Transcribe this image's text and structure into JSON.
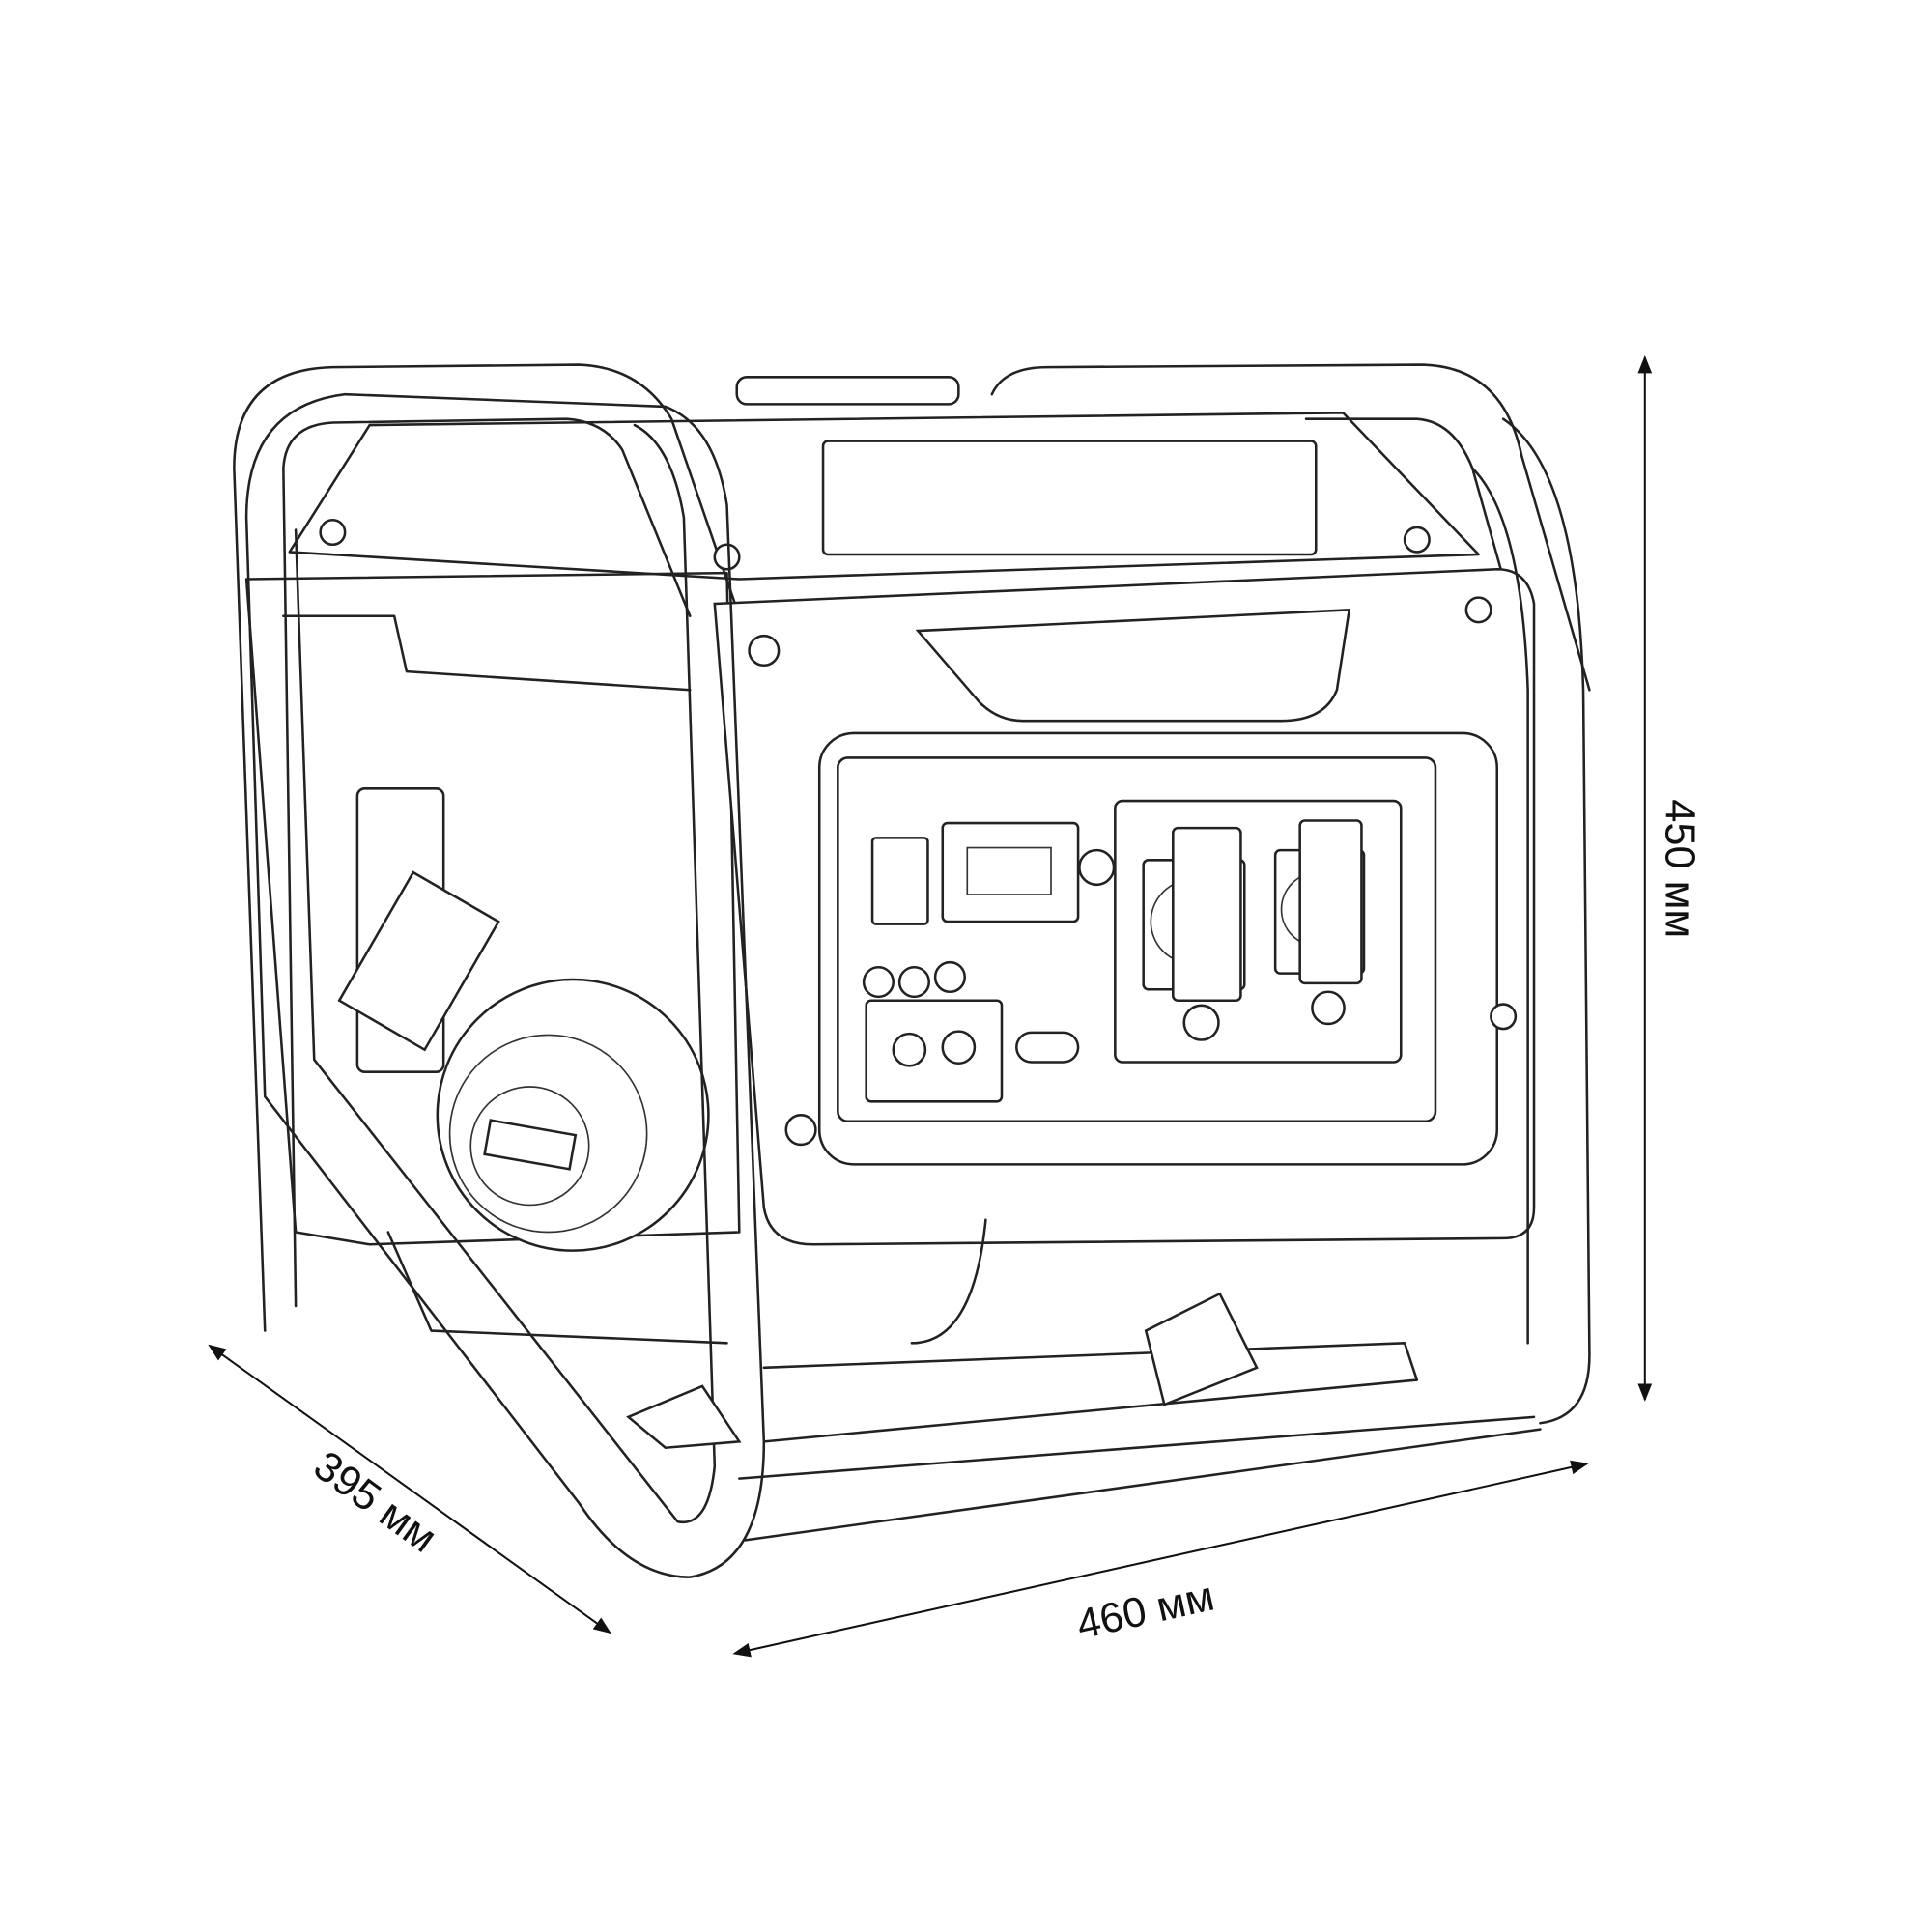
{
  "dimensions": {
    "height": "450 мм",
    "width": "460 мм",
    "depth": "395 мм"
  },
  "colors": {
    "line": "#222222",
    "background": "#ffffff"
  }
}
